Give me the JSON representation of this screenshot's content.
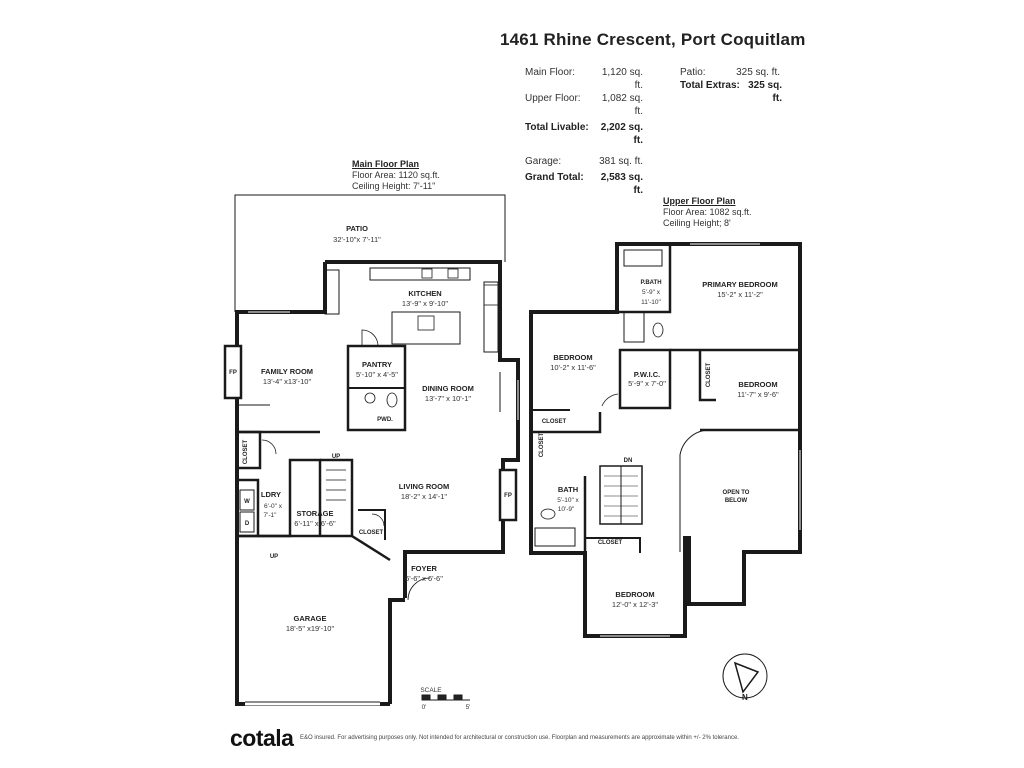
{
  "title": "1461 Rhine Crescent, Port Coquitlam",
  "areas": {
    "main_floor_label": "Main Floor:",
    "main_floor_value": "1,120 sq. ft.",
    "upper_floor_label": "Upper Floor:",
    "upper_floor_value": "1,082 sq. ft.",
    "total_livable_label": "Total Livable:",
    "total_livable_value": "2,202 sq. ft.",
    "garage_label": "Garage:",
    "garage_value": "381 sq. ft.",
    "grand_total_label": "Grand Total:",
    "grand_total_value": "2,583 sq. ft.",
    "patio_label": "Patio:",
    "patio_value": "325 sq. ft.",
    "total_extras_label": "Total Extras:",
    "total_extras_value": "325 sq. ft."
  },
  "main_plan": {
    "heading": "Main Floor Plan",
    "floor_area": "Floor Area: 1120 sq.ft.",
    "ceiling": "Ceiling Height: 7'-11\"",
    "rooms": {
      "patio": "PATIO",
      "patio_dim": "32'-10\"x 7'-11\"",
      "kitchen": "KITCHEN",
      "kitchen_dim": "13'-9\" x 9'-10\"",
      "family": "FAMILY ROOM",
      "family_dim": "13'-4\" x13'-10\"",
      "pantry": "PANTRY",
      "pantry_dim": "5'-10\" x 4'-5\"",
      "dining": "DINING ROOM",
      "dining_dim": "13'-7\" x 10'-1\"",
      "pwd": "PWD.",
      "closet1": "CLOSET",
      "closet2": "CLOSET",
      "living": "LIVING ROOM",
      "living_dim": "18'-2\" x 14'-1\"",
      "ldry": "LDRY",
      "ldry_dim1": "6'-0\" x",
      "ldry_dim2": "7'-1\"",
      "storage": "STORAGE",
      "storage_dim": "6'-11\" x 6'-6\"",
      "foyer": "FOYER",
      "foyer_dim": "6'-6\" x 6'-6\"",
      "garage": "GARAGE",
      "garage_dim": "18'-5\" x19'-10\"",
      "fp": "FP",
      "w": "W",
      "d": "D",
      "up": "UP"
    }
  },
  "upper_plan": {
    "heading": "Upper Floor Plan",
    "floor_area": "Floor Area: 1082 sq.ft.",
    "ceiling": "Ceiling Height; 8'",
    "rooms": {
      "pbath": "P.BATH",
      "pbath_dim1": "5'-9\" x",
      "pbath_dim2": "11'-10\"",
      "primary": "PRIMARY BEDROOM",
      "primary_dim": "15'-2\" x 11'-2\"",
      "bedroom1": "BEDROOM",
      "bedroom1_dim": "10'-2\" x 11'-6\"",
      "pwic": "P.W.I.C.",
      "pwic_dim": "5'-9\" x 7'-0\"",
      "bedroom2": "BEDROOM",
      "bedroom2_dim": "11'-7\" x 9'-6\"",
      "closet_a": "CLOSET",
      "closet_b": "CLOSET",
      "closet_c": "CLOSET",
      "closet_d": "CLOSET",
      "bath": "BATH",
      "bath_dim1": "5'-10\" x",
      "bath_dim2": "10'-9\"",
      "open1": "OPEN TO",
      "open2": "BELOW",
      "dn": "DN",
      "bedroom3": "BEDROOM",
      "bedroom3_dim": "12'-0\" x 12'-3\""
    }
  },
  "scale": {
    "label": "SCALE",
    "zero": "0'",
    "five": "5'"
  },
  "compass": {
    "label": "N"
  },
  "footer": {
    "logo": "cotala",
    "disclaimer": "E&O insured. For advertising purposes only. Not intended for architectural or construction use. Floorplan and measurements are approximate within +/- 2% tolerance."
  }
}
